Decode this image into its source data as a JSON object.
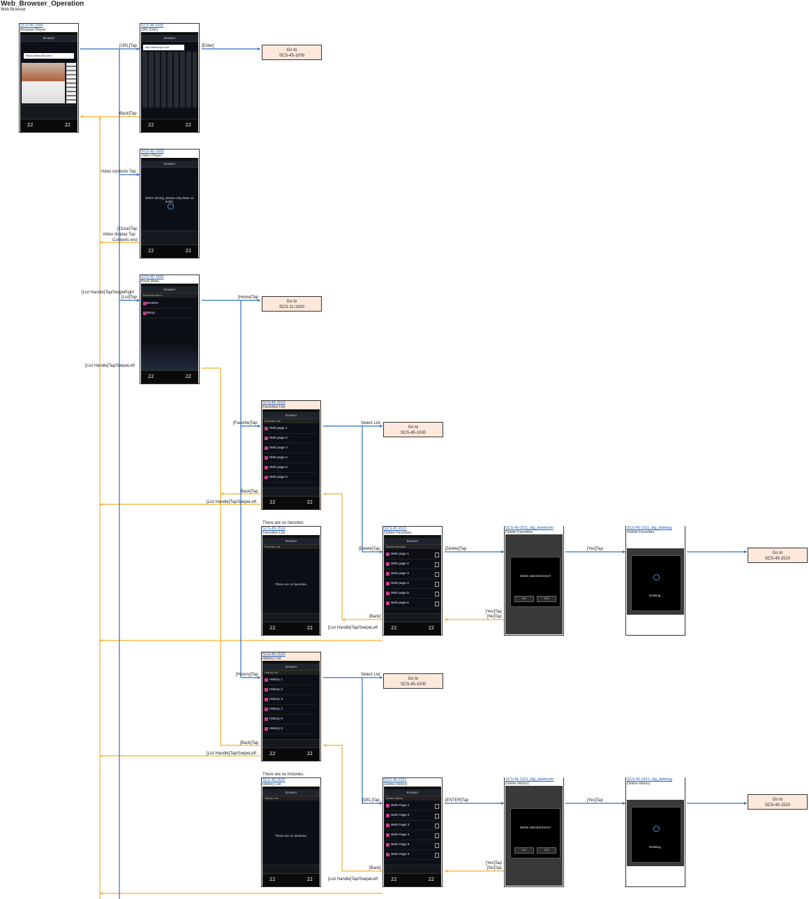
{
  "header": {
    "title": "Web_Browser_Operation",
    "subtitle": "Web Browser"
  },
  "colors": {
    "flow": "#2c6fbd",
    "back": "#f5b02a",
    "card_bg": "#fde9dc"
  },
  "screens": {
    "s1000": {
      "id": "SCS-45-1000",
      "name": "Browser Player",
      "header": "Browser",
      "url": "https://www.ibm.com/",
      "time_left": "22",
      "time_right": "22"
    },
    "s1100": {
      "id": "SCS-45-1100",
      "name": "URL Entry",
      "header": "Browser",
      "url": "http://www.xyz.com",
      "time_left": "22",
      "time_right": "22"
    },
    "s1300": {
      "id": "SCS-45-1300",
      "name": "Video Player",
      "header": "Browser",
      "message": "When driving, please only listen to audio.",
      "time_left": "22",
      "time_right": "22"
    },
    "s1500": {
      "id": "SCS-45-1500",
      "name": "Book Mark",
      "header": "Browser",
      "sub": "Bookmark Menu",
      "items": [
        "Favorites",
        "History"
      ],
      "time_left": "22",
      "time_right": "22"
    },
    "s1510": {
      "id": "SCS-45-1510",
      "name": "Favorites List",
      "header": "Browser",
      "sub": "Favorites List",
      "items": [
        "Web page 1",
        "Web page 2",
        "Web page 3",
        "Web page 4",
        "Web page 5",
        "Web page 6"
      ],
      "time_left": "22",
      "time_right": "22"
    },
    "s1510e": {
      "note": "There are no favorites",
      "id": "SCS-45-1510",
      "name": "Favorites List",
      "header": "Browser",
      "sub": "Favorites List",
      "message": "There are no favorites.",
      "time_left": "22",
      "time_right": "22"
    },
    "s1511": {
      "id": "SCS-45-1511",
      "name": "Delete Favorites",
      "header": "Browser",
      "sub": "Delete Favorites",
      "items": [
        "Web page 1",
        "Web page 2",
        "Web page 3",
        "Web page 4",
        "Web page 5",
        "Web page 6"
      ],
      "time_left": "22",
      "time_right": "22"
    },
    "s1511c": {
      "id": "SCS-45-1511_dlg_deletecfm",
      "name": "Delete Favorites",
      "question": "Delete selected items?",
      "no": "NO",
      "yes": "YES"
    },
    "s1511d": {
      "id": "SCS-45-1511_dlg_deleting",
      "name": "Delete Favorites",
      "message": "Deleting..."
    },
    "s1520": {
      "id": "SCS-45-1520",
      "name": "History List",
      "header": "Browser",
      "sub": "History List",
      "items": [
        "History 1",
        "History 2",
        "History 3",
        "History 4",
        "History 5",
        "History 6"
      ],
      "time_left": "22",
      "time_right": "22"
    },
    "s1520e": {
      "note": "There are no histories.",
      "id": "SCS-45-1520",
      "name": "History List",
      "header": "Browser",
      "sub": "History List",
      "message": "There are no histories.",
      "time_left": "22",
      "time_right": "22"
    },
    "s1521": {
      "id": "SCS-45-1521",
      "name": "Delete History",
      "header": "Browser",
      "sub": "Delete History",
      "items": [
        "Web Page 1",
        "Web Page 2",
        "Web Page 3",
        "Web Page 4",
        "Web Page 5",
        "Web Page 6"
      ],
      "time_left": "22",
      "time_right": "22"
    },
    "s1521c": {
      "id": "SCS-45-1521_dlg_deletecfm",
      "name": "Delete History",
      "question": "Delete selected items?",
      "no": "NO",
      "yes": "YES"
    },
    "s1521d": {
      "id": "SCS-45-1521_dlg_deleting",
      "name": "Delete History",
      "message": "Deleting..."
    }
  },
  "gotos": {
    "g1": {
      "line1": "Go to",
      "line2": "SCS-45-1000"
    },
    "g2": {
      "line1": "Go to",
      "line2": "SCS-11-1000"
    },
    "g3": {
      "line1": "Go to",
      "line2": "SCS-45-1000"
    },
    "g4": {
      "line1": "Go to",
      "line2": "SCS-45-1510"
    },
    "g5": {
      "line1": "Go to",
      "line2": "SCS-45-1000"
    },
    "g6": {
      "line1": "Go to",
      "line2": "SCS-45-1520"
    }
  },
  "labels": {
    "url_tap": "[URL]Tap",
    "enter": "[Enter]",
    "back_tap": "Back]Tap",
    "video_tap": "Video contents Tap",
    "close_tap": "[Close]Tap",
    "video_display_tap": "Video display Tap",
    "contents_end": "Contents end",
    "list_handle_right": "[List Handle]Tap/SwipeRight",
    "list_tap": "[List]Tap",
    "home_tap": "[Home]Tap",
    "list_handle_left_1": "[List Handle]Tap/SwipeLeft",
    "favorite_tap": "[Favorite]Tap",
    "select_list_1": "Select List",
    "back_tap_2": "Back]Tap",
    "list_handle_left_2": "[List Handle]Tap/SwipeLeft",
    "delete_tap": "[Delete]Tap",
    "delete_tap_2": "[Delete]Tap",
    "yes_tap_1": "[Yes]Tap",
    "yes_tap_2": "[Yes]Tap",
    "no_tap_1": "[No]Tap",
    "back_1": "[Back]",
    "list_handle_left_3": "[List Handle]Tap/SwipeLeft",
    "history_tap": "[History]Tap",
    "select_list_2": "Select List",
    "back_tap_3": "[Back]Tap",
    "list_handle_left_4": "[List Handle]Tap/SwipeLeft",
    "del_tap": "[DEL]Tap",
    "enter_tap": "[ENTER]Tap",
    "yes_tap_3": "[Yes]Tap",
    "yes_tap_4": "[Yes]Tap",
    "no_tap_2": "[No]Tap",
    "back_2": "[Back]",
    "list_handle_left_5": "[List Handle]Tap/SwipeLeft"
  }
}
